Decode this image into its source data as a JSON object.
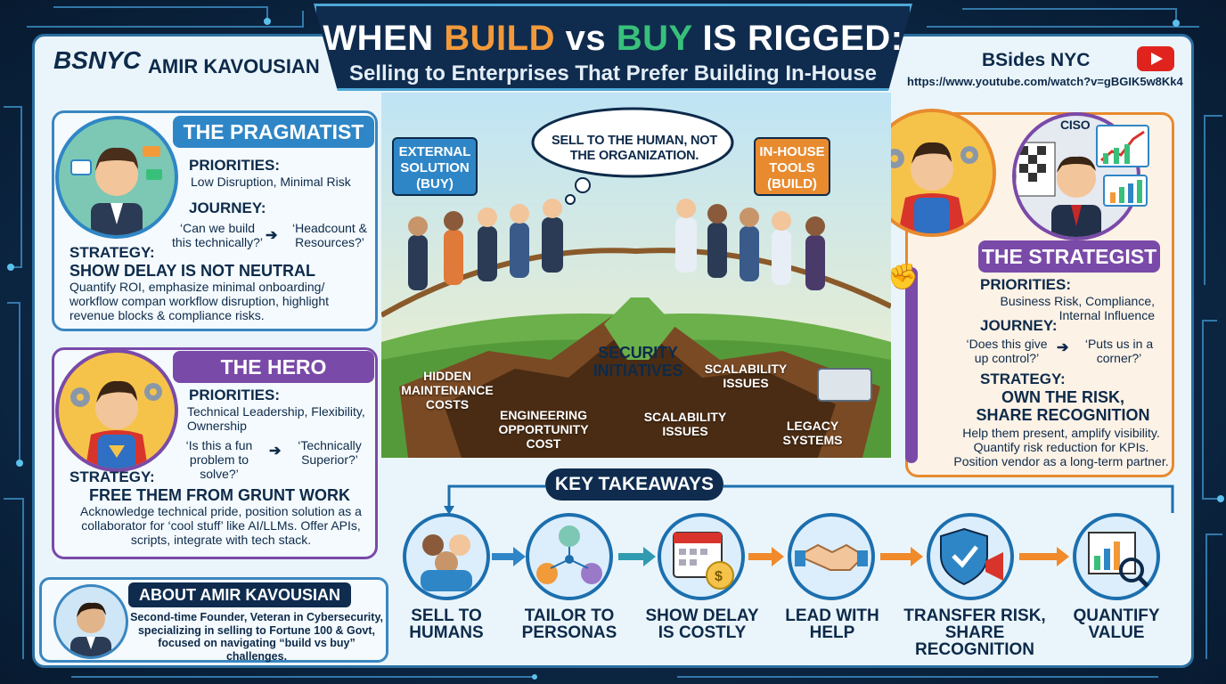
{
  "header": {
    "logo_text": "BSNYC",
    "author": "AMIR KAVOUSIAN",
    "title_pre": "WHEN ",
    "title_build": "BUILD",
    "title_vs": " vs ",
    "title_buy": "BUY",
    "title_post": " IS RIGGED:",
    "subtitle": "Selling to Enterprises That Prefer Building In-House",
    "conference": "BSides NYC",
    "video_url": "https://www.youtube.com/watch?v=gBGIK5w8Kk4"
  },
  "pragmatist": {
    "title": "THE PRAGMATIST",
    "priorities_label": "PRIORITIES:",
    "priorities": "Low Disruption, Minimal Risk",
    "journey_label": "JOURNEY:",
    "journey_from": "‘Can we build this technically?’",
    "journey_to": "‘Headcount & Resources?’",
    "strategy_label": "STRATEGY:",
    "strategy_head": "SHOW DELAY IS NOT NEUTRAL",
    "strategy_body": "Quantify ROI, emphasize minimal onboarding/ workflow compan workflow disruption, highlight revenue blocks & compliance risks."
  },
  "hero": {
    "title": "THE HERO",
    "priorities_label": "PRIORITIES:",
    "priorities": "Technical Leadership, Flexibility, Ownership",
    "journey_from": "‘Is this a fun problem to solve?’",
    "journey_to": "‘Technically Superior?’",
    "strategy_label": "STRATEGY:",
    "strategy_head": "FREE THEM FROM GRUNT WORK",
    "strategy_body": "Acknowledge technical pride, position solution as a collaborator for ‘cool stuff’ like AI/LLMs. Offer APIs, scripts, integrate with tech stack."
  },
  "strategist": {
    "title": "THE STRATEGIST",
    "badge": "CISO",
    "priorities_label": "PRIORITIES:",
    "priorities": "Business Risk, Compliance, Internal Influence",
    "journey_label": "JOURNEY:",
    "journey_from": "‘Does this give up control?’",
    "journey_to": "‘Puts us in a corner?’",
    "strategy_label": "STRATEGY:",
    "strategy_head1": "OWN THE RISK,",
    "strategy_head2": "SHARE RECOGNITION",
    "strategy_body": "Help them present, amplify visibility. Quantify risk reduction for KPIs. Position vendor as a long-term partner."
  },
  "scene": {
    "sign_left": "EXTERNAL SOLUTION (BUY)",
    "thought": "SELL TO THE HUMAN, NOT THE ORGANIZATION.",
    "sign_right": "IN-HOUSE TOOLS (BUILD)",
    "center": "SECURITY INITIATIVES",
    "chasm_1": "HIDDEN MAINTENANCE COSTS",
    "chasm_2": "ENGINEERING OPPORTUNITY COST",
    "chasm_3": "SCALABILITY ISSUES",
    "chasm_4": "SCALABILITY ISSUES",
    "chasm_5": "LEGACY SYSTEMS"
  },
  "takeaways": {
    "title": "KEY TAKEAWAYS",
    "items": [
      {
        "label": "SELL TO HUMANS",
        "icon": "people-group-icon"
      },
      {
        "label": "TAILOR TO PERSONAS",
        "icon": "persona-network-icon"
      },
      {
        "label": "SHOW DELAY IS COSTLY",
        "icon": "calendar-coin-icon"
      },
      {
        "label": "LEAD WITH HELP",
        "icon": "handshake-icon"
      },
      {
        "label": "TRANSFER RISK, SHARE RECOGNITION",
        "icon": "shield-megaphone-icon"
      },
      {
        "label": "QUANTIFY VALUE",
        "icon": "chart-magnifier-icon"
      }
    ]
  },
  "about": {
    "title": "ABOUT AMIR KAVOUSIAN",
    "text": "Second-time Founder, Veteran in Cybersecurity, specializing in selling to Fortune 100 & Govt, focused on navigating “build vs buy” challenges."
  },
  "colors": {
    "navy": "#0f2c4f",
    "pragmatist": "#2f86c6",
    "hero": "#7a4aa8",
    "strategist": "#e88a2e",
    "build": "#f29a3a",
    "buy": "#38c07a"
  }
}
